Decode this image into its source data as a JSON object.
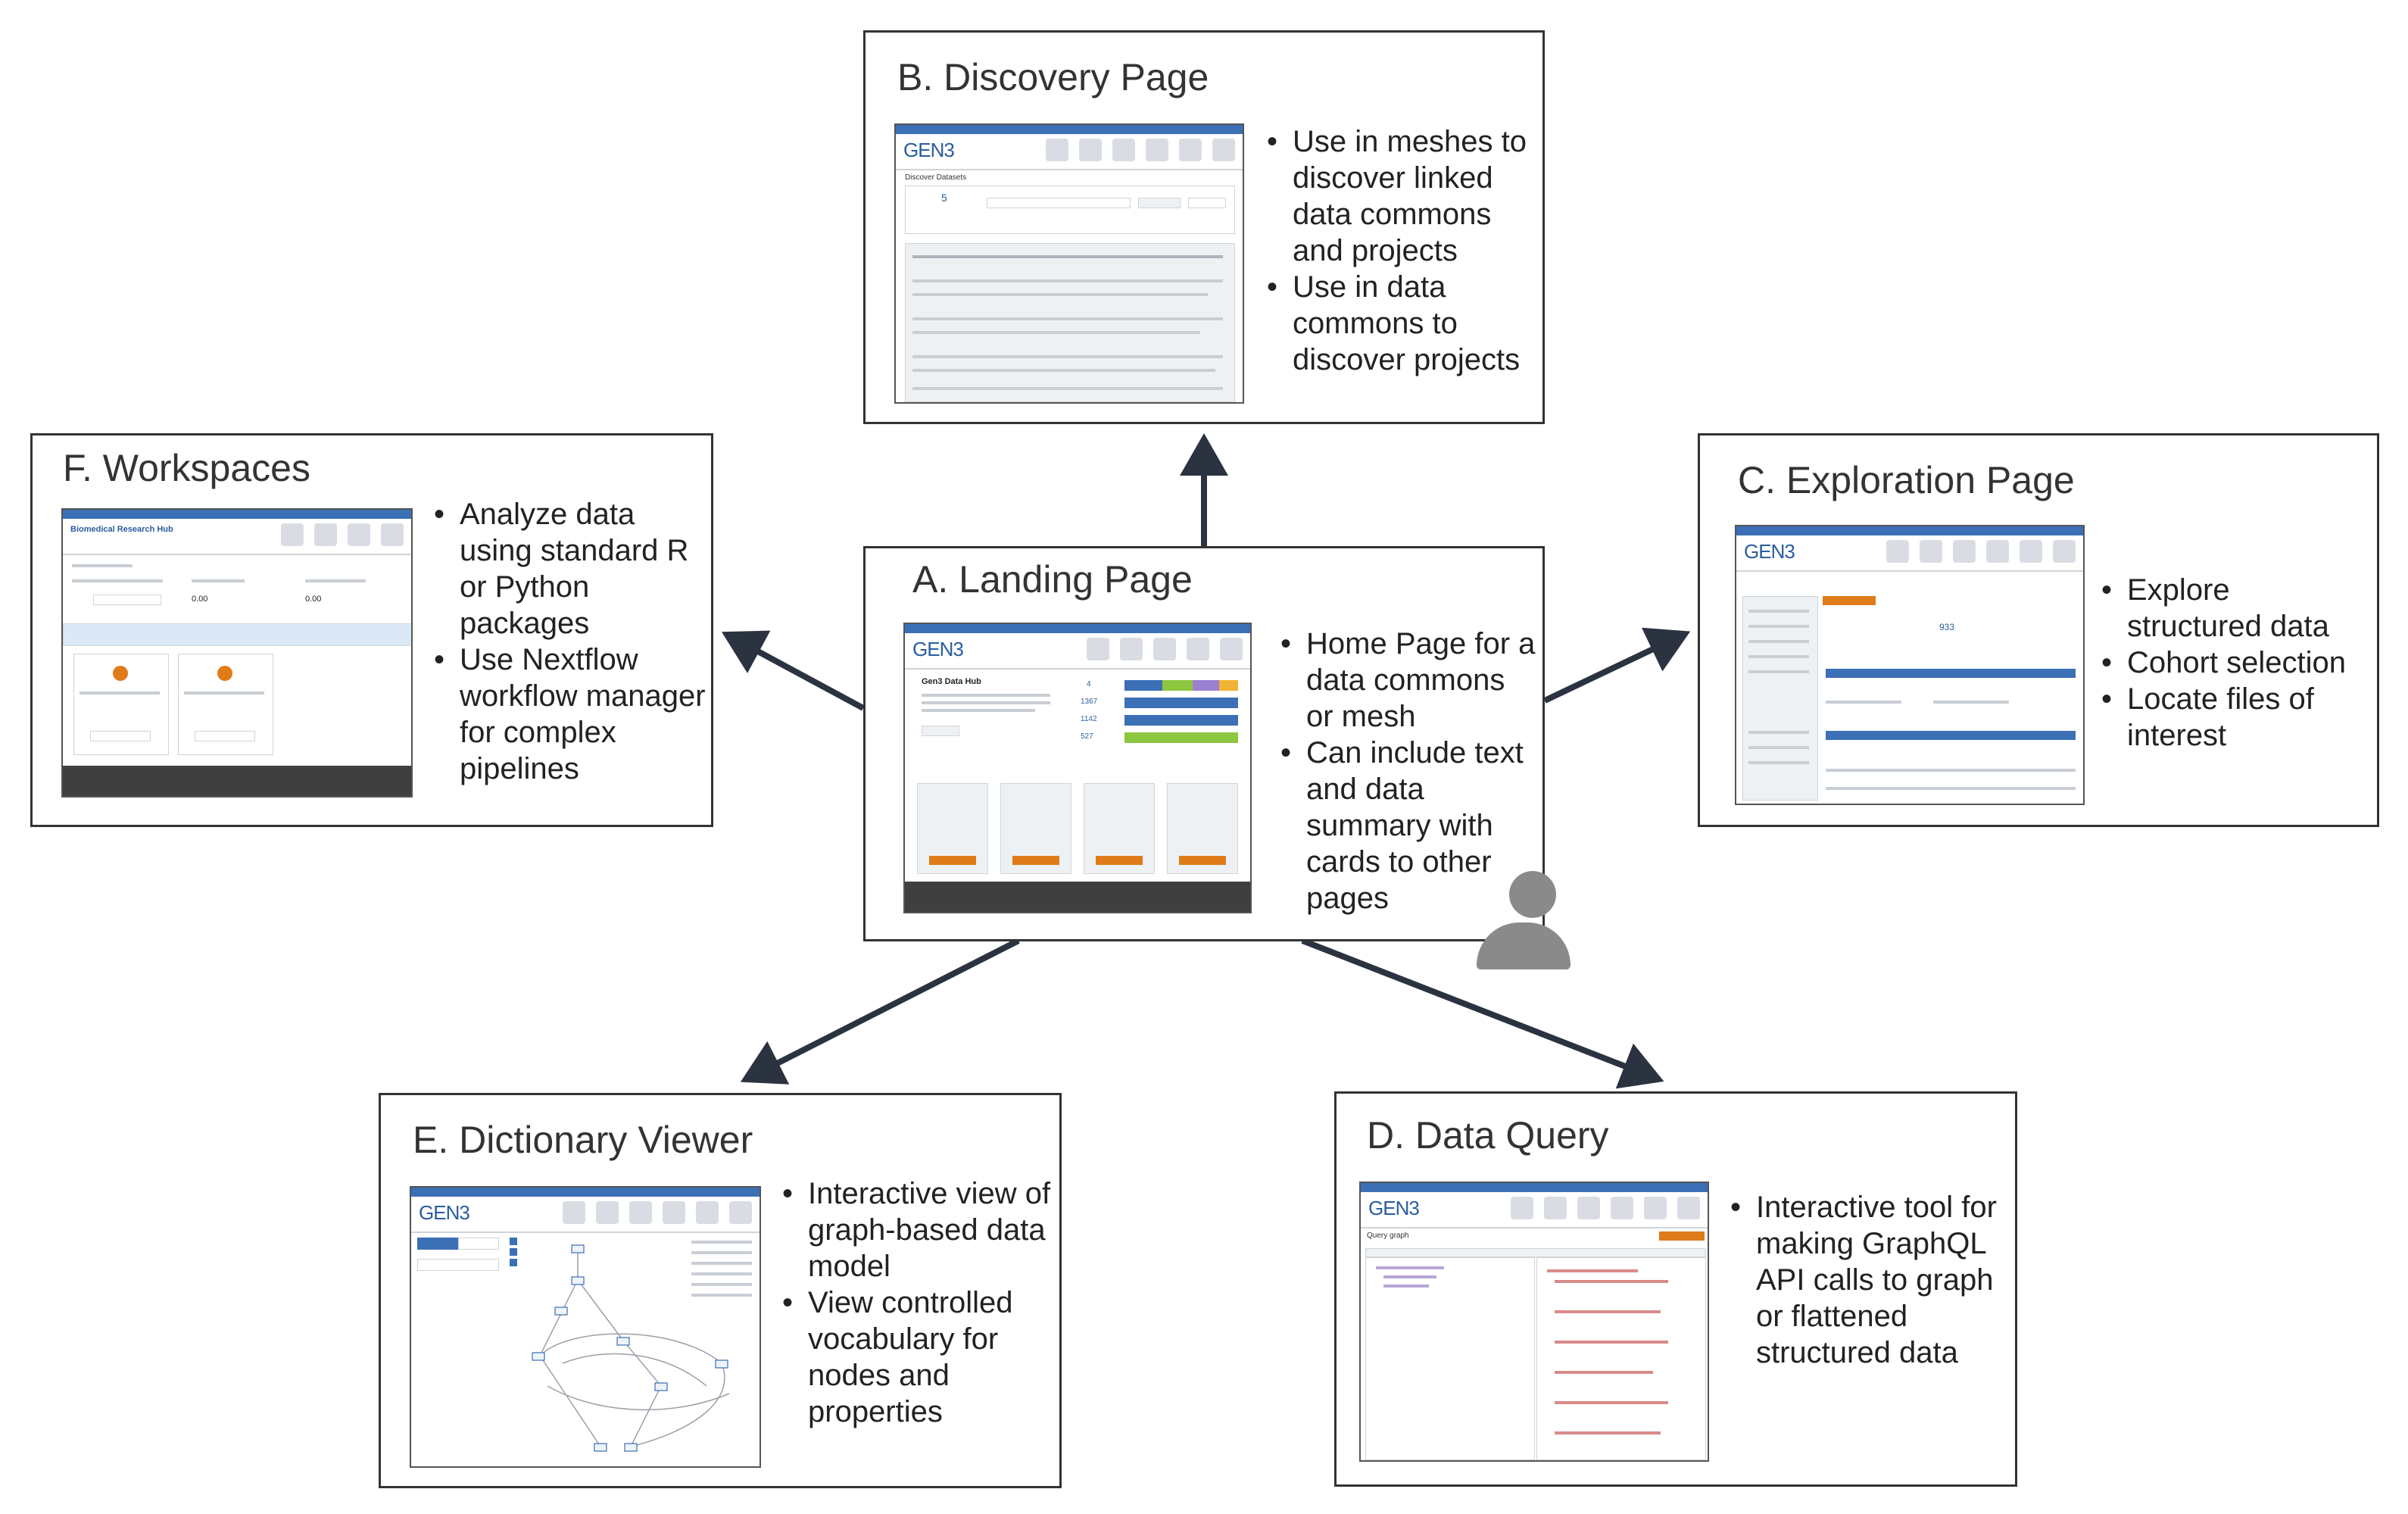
{
  "panels": {
    "a": {
      "title": "A. Landing Page",
      "bullets": [
        "Home Page for a data commons or mesh",
        "Can include text and data summary with cards to other pages"
      ]
    },
    "b": {
      "title": "B. Discovery Page",
      "bullets": [
        "Use in meshes to discover linked data commons and projects",
        "Use in data commons to discover projects"
      ]
    },
    "c": {
      "title": "C. Exploration Page",
      "bullets": [
        "Explore structured data",
        "Cohort selection",
        "Locate files of interest"
      ]
    },
    "d": {
      "title": "D. Data Query",
      "bullets": [
        "Interactive tool for making GraphQL API calls to graph or flattened structured data"
      ]
    },
    "e": {
      "title": "E. Dictionary Viewer",
      "bullets": [
        "Interactive view of graph-based data model",
        "View controlled vocabulary for nodes and properties"
      ]
    },
    "f": {
      "title": "F. Workspaces",
      "bullets": [
        "Analyze data using standard R or Python packages",
        "Use Nextflow workflow manager for complex pipelines"
      ]
    }
  },
  "thumbnails": {
    "logo_text": "GEN3",
    "landing": {
      "heading": "Gen3 Data Hub",
      "stats": [
        "4",
        "1367",
        "1142",
        "527"
      ]
    },
    "discovery": {
      "heading": "Discover Datasets",
      "count": "5"
    },
    "exploration": {
      "count": "933"
    },
    "workspaces": {
      "heading": "Biomedical Research Hub",
      "values": [
        "0.00",
        "0.00"
      ]
    },
    "query": {
      "heading": "Query graph"
    }
  },
  "icons": {
    "user": "person-icon",
    "arrow": "arrow-icon"
  },
  "colors": {
    "border": "#333333",
    "arrow": "#2b3340",
    "nav_blue": "#3b6fb6",
    "accent_orange": "#e07b1a",
    "person": "#8a8a8a"
  }
}
